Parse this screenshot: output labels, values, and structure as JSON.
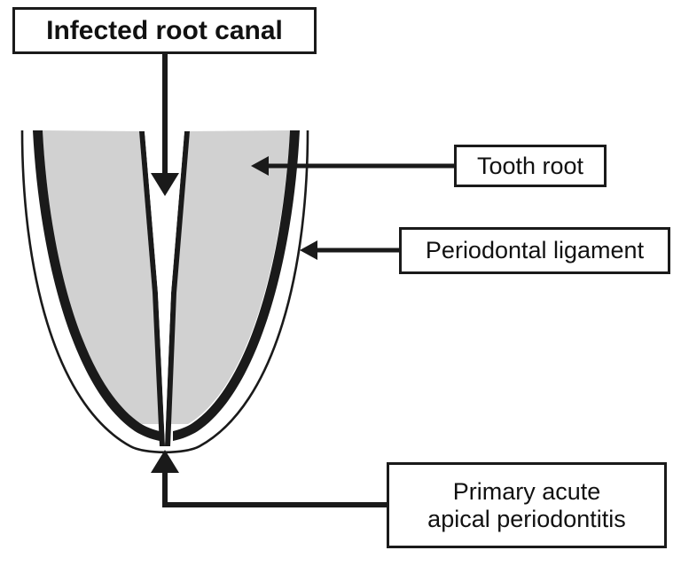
{
  "diagram": {
    "title": "Infected root canal diagram of a tooth root apex",
    "background_color": "#ffffff",
    "line_color": "#1a1a1a",
    "dentin_fill_color": "#d1d1d1",
    "canal_fill_color": "#ffffff"
  },
  "labels": {
    "infected_root_canal": {
      "text": "Infected root canal",
      "weight": "bold"
    },
    "tooth_root": {
      "text": "Tooth root",
      "weight": "normal"
    },
    "periodontal_ligament": {
      "text": "Periodontal ligament",
      "weight": "normal"
    },
    "primary_acute_apical_periodontitis": {
      "text": "Primary acute\napical periodontitis",
      "weight": "normal"
    }
  },
  "connectors": {
    "infected_root_canal_arrow": {
      "icon": "arrow-down-icon",
      "direction": "down",
      "points_to": "root canal lumen"
    },
    "tooth_root_arrow": {
      "icon": "arrow-left-icon",
      "direction": "left",
      "points_to": "dentin of tooth root"
    },
    "periodontal_ligament_arrow": {
      "icon": "arrow-left-icon",
      "direction": "left",
      "points_to": "periodontal ligament space"
    },
    "apical_periodontitis_arrow": {
      "icon": "arrow-up-icon",
      "direction": "up",
      "points_to": "root apex"
    }
  },
  "structures": {
    "tooth_root_body": "tooth-root-shape",
    "root_canal": "root-canal-shape",
    "periodontal_ligament_outline": "periodontal-ligament-outline"
  }
}
